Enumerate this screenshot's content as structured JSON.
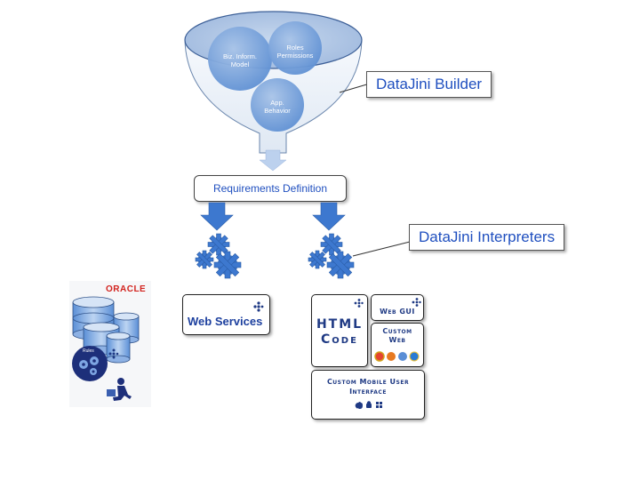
{
  "funnel": {
    "circles": [
      {
        "label": "Biz. Inform.\nModel"
      },
      {
        "label": "Roles\nPermissions"
      },
      {
        "label": "App.\nBehavior"
      }
    ]
  },
  "callouts": {
    "builder": "DataJini Builder",
    "interpreters": "DataJini Interpreters"
  },
  "requirements": "Requirements Definition",
  "outputs": {
    "web_services": "Web Services",
    "html_code_line1": "HTML",
    "html_code_line2": "Code",
    "web_gui": "Web GUI",
    "custom_web_line1": "Custom",
    "custom_web_line2": "Web",
    "mobile_line1": "Custom Mobile User",
    "mobile_line2": "Interface"
  },
  "database": {
    "brand": "ORACLE",
    "rules_label": "Rules"
  },
  "colors": {
    "accent_blue": "#1f4fbf",
    "navy": "#1f3a84",
    "oracle_red": "#d2231e"
  }
}
